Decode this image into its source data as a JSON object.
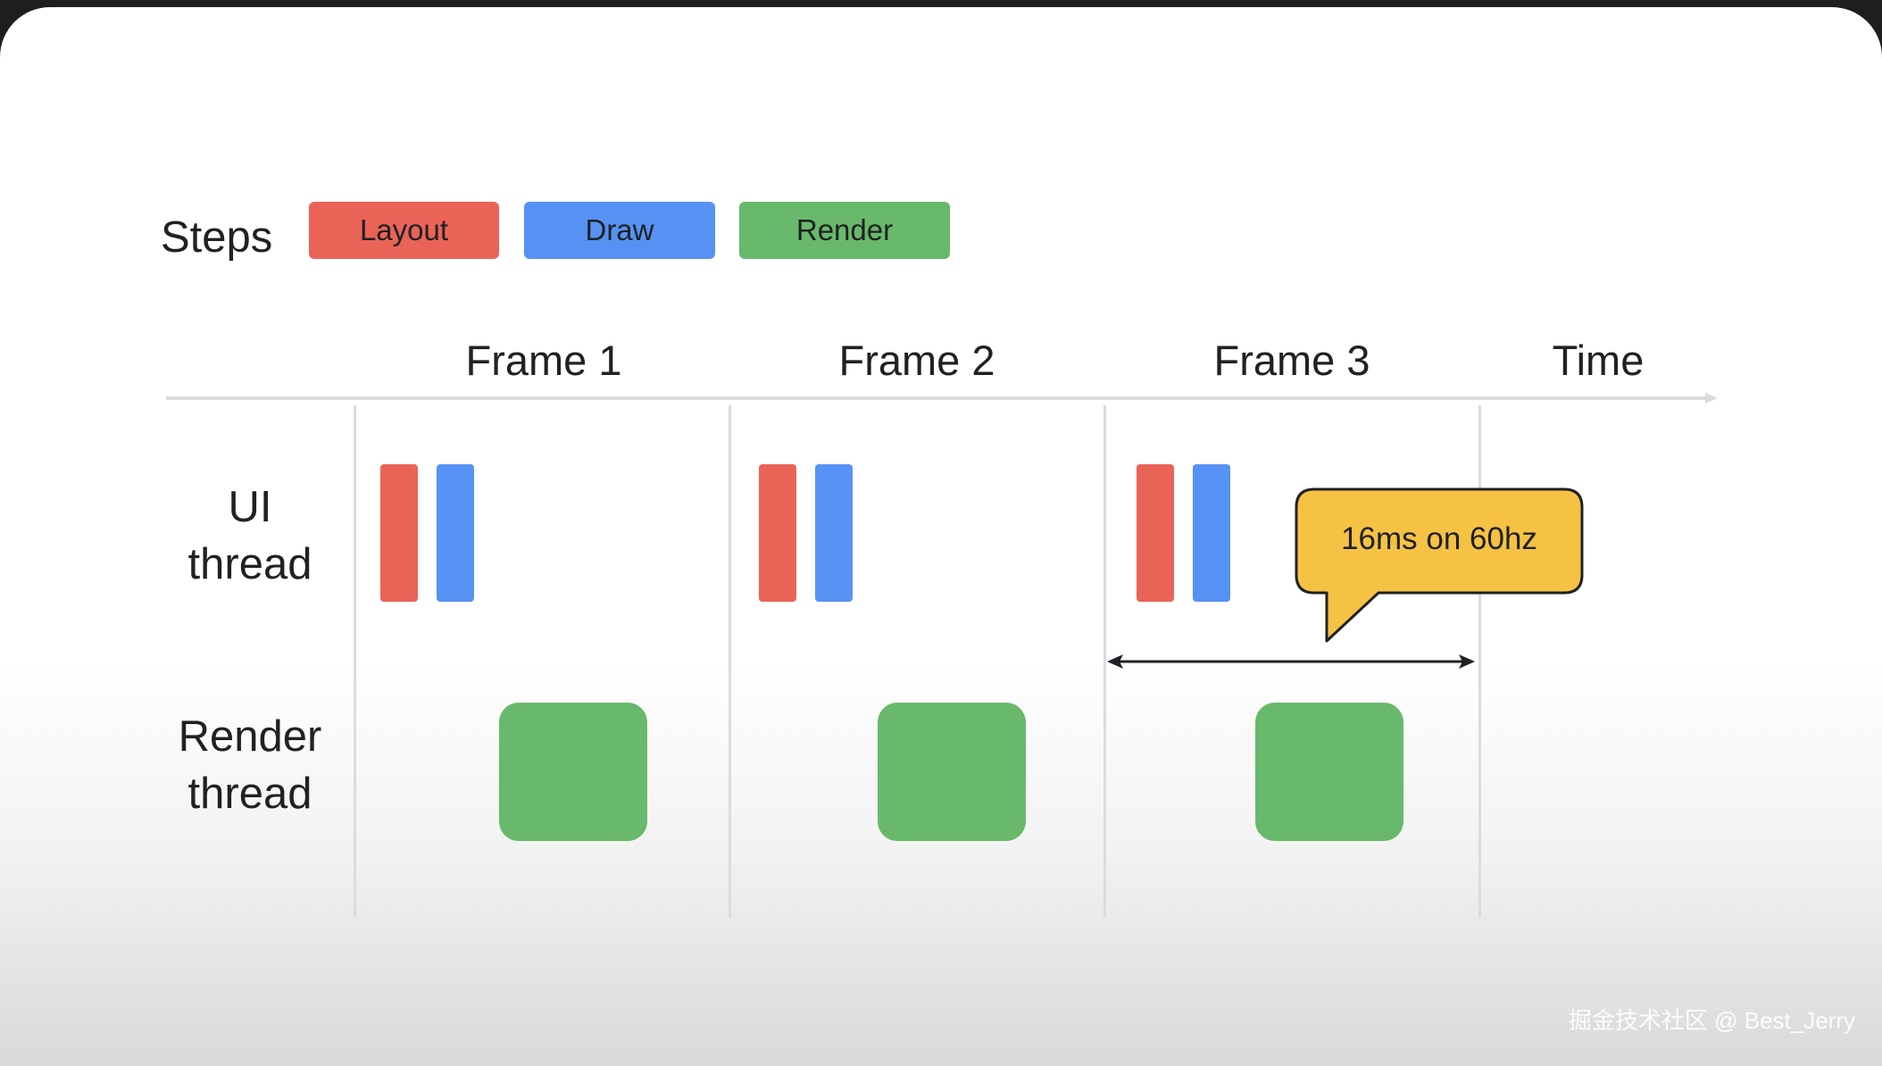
{
  "legend": {
    "label": "Steps",
    "items": [
      {
        "label": "Layout",
        "color": "#ea6357"
      },
      {
        "label": "Draw",
        "color": "#5692f4"
      },
      {
        "label": "Render",
        "color": "#68b96b"
      }
    ]
  },
  "frames": [
    "Frame 1",
    "Frame 2",
    "Frame 3"
  ],
  "axis_label": "Time",
  "rows": {
    "ui": {
      "line1": "UI",
      "line2": "thread"
    },
    "render": {
      "line1": "Render",
      "line2": "thread"
    }
  },
  "callout": {
    "text": "16ms on 60hz",
    "color": "#f6c243"
  },
  "watermark": "掘金技术社区 @ Best_Jerry"
}
